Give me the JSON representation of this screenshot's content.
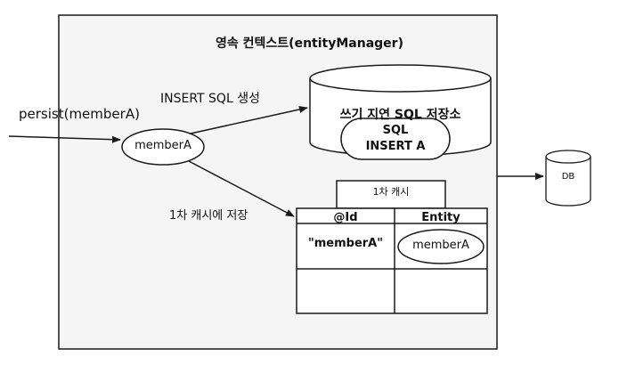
{
  "context": {
    "title": "영속 컨텍스트(entityManager)"
  },
  "call": {
    "label": "persist(memberA)"
  },
  "entity": {
    "name": "memberA"
  },
  "edges": {
    "insert_sql": "INSERT SQL 생성",
    "save_cache": "1차 캐시에 저장"
  },
  "write_store": {
    "title": "쓰기 지연 SQL 저장소",
    "sql_line1": "SQL",
    "sql_line2": "INSERT A"
  },
  "database": {
    "label": "DB"
  },
  "cache": {
    "title": "1차 캐시",
    "columns": [
      "@Id",
      "Entity"
    ],
    "rows": [
      {
        "id": "\"memberA\"",
        "entity": "memberA"
      }
    ]
  }
}
